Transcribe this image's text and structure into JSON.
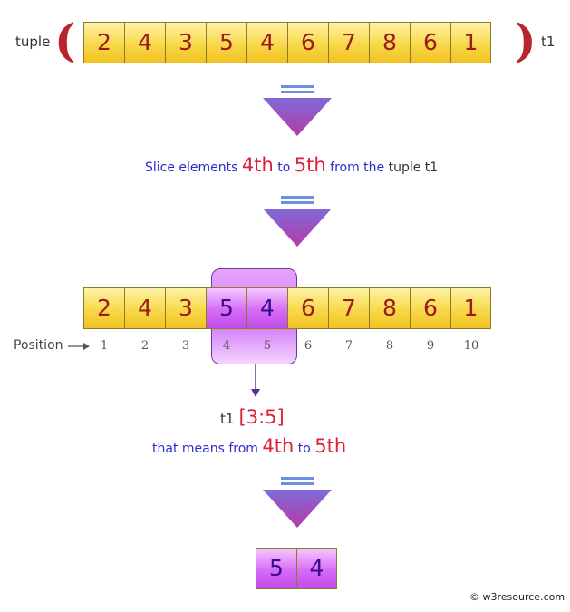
{
  "tuple_label": "tuple",
  "tuple_name": "t1",
  "open_paren": "(",
  "close_paren": ")",
  "tuple_values": [
    "2",
    "4",
    "3",
    "5",
    "4",
    "6",
    "7",
    "8",
    "6",
    "1"
  ],
  "step1": {
    "prefix": "Slice elements",
    "start": "4th",
    "to": "to",
    "end": "5th",
    "middle": "from the",
    "suffix": "tuple t1"
  },
  "position_label": "Position",
  "positions": [
    "1",
    "2",
    "3",
    "4",
    "5",
    "6",
    "7",
    "8",
    "9",
    "10"
  ],
  "slice_var": "t1",
  "slice_expr": "[3:5]",
  "step2": {
    "prefix": "that means from",
    "start": "4th",
    "to": "to",
    "end": "5th"
  },
  "result_values": [
    "5",
    "4"
  ],
  "copyright": "© w3resource.com",
  "colors": {
    "cell_yellow": "#f8d84a",
    "cell_purple": "#d56cf5",
    "paren_red": "#b8242b",
    "arrow_purple": "#8855cc",
    "text_blue": "#2b2bd0",
    "text_red": "#e0203b"
  }
}
